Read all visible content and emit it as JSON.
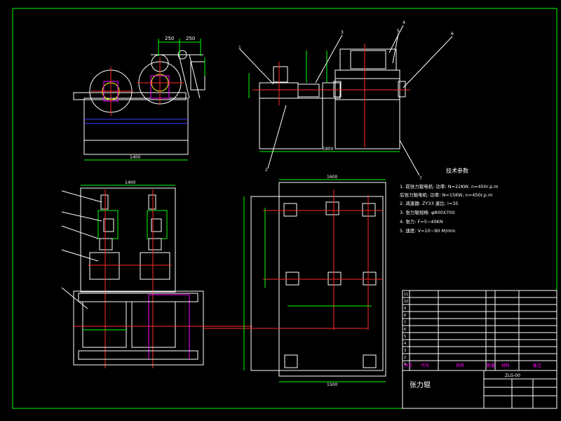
{
  "drawing": {
    "title": "张力辊",
    "tech_heading": "技术参数",
    "tech_lines": [
      "1.  前张力辊电机: 功率: N=22KW, n=450r.p.m",
      "    后张力辊电机: 功率: N=15KW, n=450r.p.m",
      "2.  减速器:  ZY33  速比: i=35",
      "3.  张力辊规格:  φ800X700",
      "4.  张力: F=5~40KN",
      "5.  速度: V=10~90    M/min"
    ]
  },
  "dimensions": {
    "front_top_left": "250",
    "front_top_right": "250",
    "front_bottom": "1400",
    "side_bottom": "1800",
    "plan_top": "1400",
    "base_top": "1600",
    "base_bottom": "1500"
  },
  "callouts": [
    "1",
    "2",
    "3",
    "4",
    "5",
    "6",
    "7"
  ],
  "colors": {
    "line": "#ffffff",
    "center": "#ff2a2a",
    "dim": "#00ff00",
    "hidden": "#ff00ff",
    "cyan": "#00ffff",
    "blue": "#3a3aff",
    "yellow": "#ffff00",
    "frame": "#00ff00"
  },
  "title_block": {
    "row_numbers": [
      "11",
      "10",
      "9",
      "8",
      "7",
      "6",
      "5",
      "4",
      "3",
      "2",
      "1"
    ],
    "header": [
      "序号",
      "代号",
      "名称",
      "数量",
      "材料",
      "备注"
    ],
    "drawing_number": "ZLG-00"
  }
}
